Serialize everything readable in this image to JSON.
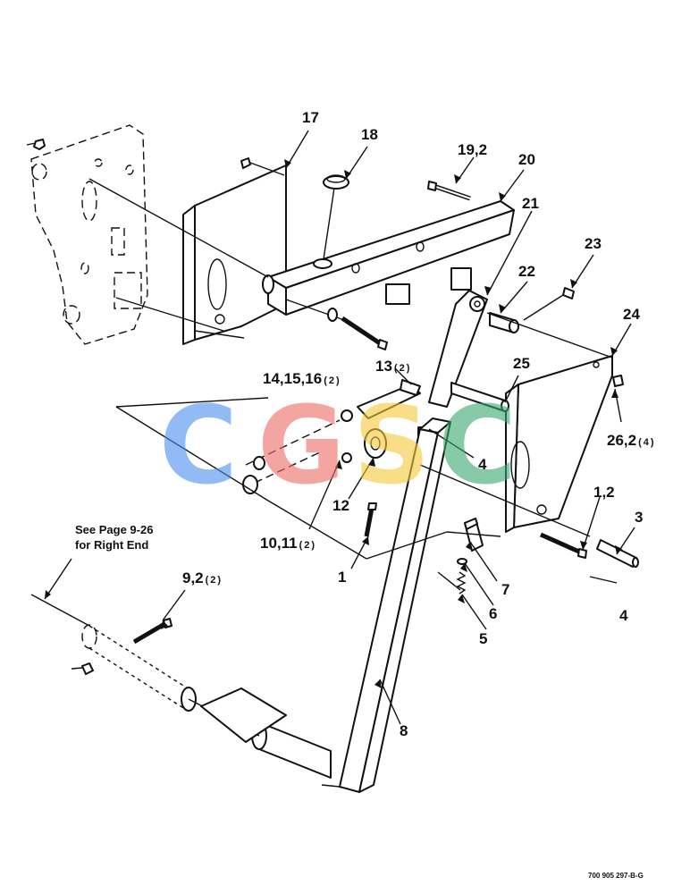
{
  "callouts": {
    "c17": "17",
    "c18": "18",
    "c19": "19,2",
    "c20": "20",
    "c21": "21",
    "c22": "22",
    "c23": "23",
    "c24": "24",
    "c25": "25",
    "c26": "26,2",
    "c26_qty": "(4)",
    "c14": "14,15,16",
    "c14_qty": "(2)",
    "c13": "13",
    "c13_qty": "(2)",
    "c4a": "4",
    "c12": "12",
    "c10": "10,11",
    "c10_qty": "(2)",
    "c1a": "1",
    "c1b": "1,2",
    "c3": "3",
    "c4b": "4",
    "c7": "7",
    "c6": "6",
    "c5": "5",
    "c9": "9,2",
    "c9_qty": "(2)",
    "c8": "8"
  },
  "note": {
    "line1": "See Page 9-26",
    "line2": "for Right End"
  },
  "figure_code": "700 905 297-B-G",
  "watermark": {
    "letters": [
      "C",
      "G",
      "S",
      "C"
    ],
    "colors": [
      "#4a8ff0",
      "#ee6a64",
      "#f6c93a",
      "#36a86e"
    ]
  }
}
